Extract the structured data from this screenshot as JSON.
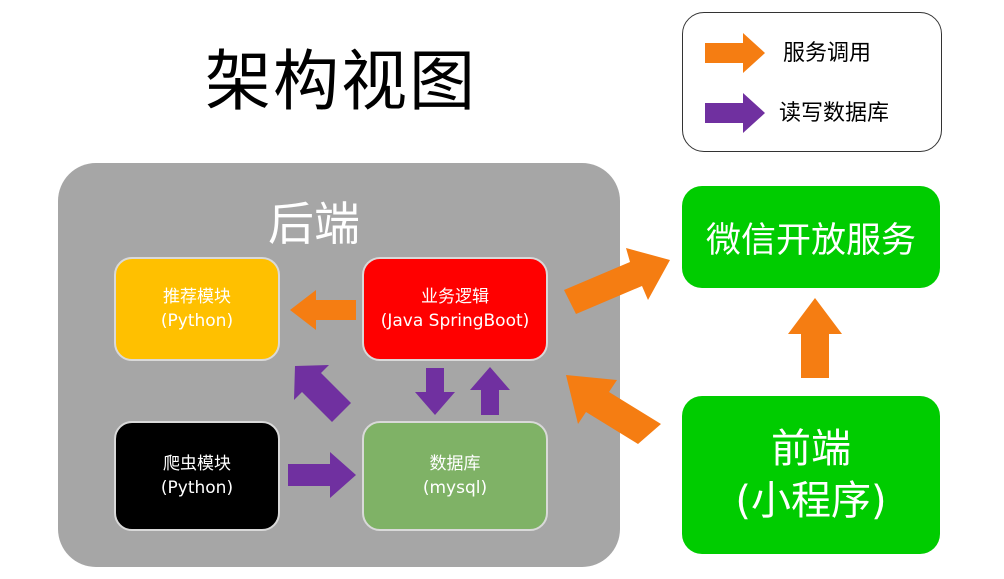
{
  "title": "架构视图",
  "legend": {
    "service_call": "服务调用",
    "db_rw": "读写数据库"
  },
  "backend": {
    "label": "后端",
    "recommend": {
      "name": "推荐模块",
      "tech": "(Python)"
    },
    "business": {
      "name": "业务逻辑",
      "tech": "(Java SpringBoot)"
    },
    "crawler": {
      "name": "爬虫模块",
      "tech": "(Python)"
    },
    "database": {
      "name": "数据库",
      "tech": "(mysql)"
    }
  },
  "wechat": {
    "label": "微信开放服务"
  },
  "frontend": {
    "name": "前端",
    "tech": "(小程序)"
  },
  "colors": {
    "orange_arrow": "#f57d12",
    "purple_arrow": "#7030a0",
    "recommend_bg": "#ffc000",
    "business_bg": "#ff0000",
    "crawler_bg": "#000000",
    "database_bg": "#7fb266",
    "green_box": "#00cc00",
    "backend_bg": "#a6a6a6"
  }
}
